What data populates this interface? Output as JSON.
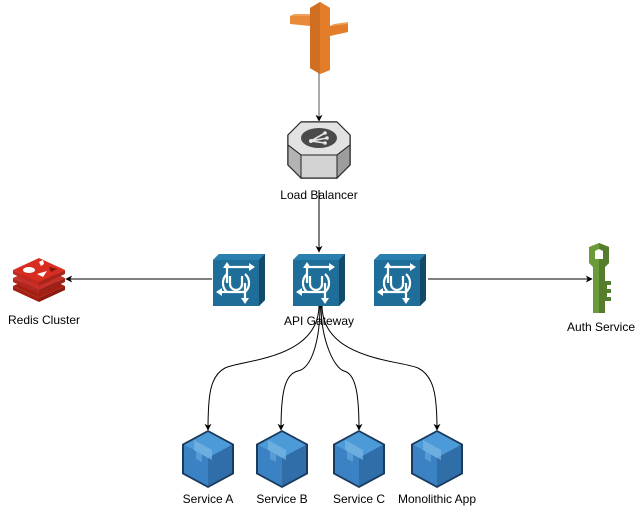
{
  "diagram": {
    "title": "",
    "nodes": [
      {
        "id": "route53",
        "label": "",
        "icon": "aws-route53-icon",
        "color": "#e37d2a"
      },
      {
        "id": "load_balancer",
        "label": "Load Balancer",
        "icon": "load-balancer-icon",
        "color": "#c8c8c8"
      },
      {
        "id": "gateway_left",
        "label": "",
        "icon": "api-gateway-icon",
        "color": "#1f6e99"
      },
      {
        "id": "api_gateway",
        "label": "API Gateway",
        "icon": "api-gateway-icon",
        "color": "#1f6e99"
      },
      {
        "id": "gateway_right",
        "label": "",
        "icon": "api-gateway-icon",
        "color": "#1f6e99"
      },
      {
        "id": "redis",
        "label": "Redis Cluster",
        "icon": "redis-icon",
        "color": "#d82c20"
      },
      {
        "id": "auth",
        "label": "Auth Service",
        "icon": "key-icon",
        "color": "#6b9a3a"
      },
      {
        "id": "service_a",
        "label": "Service A",
        "icon": "service-box-icon",
        "color": "#3b82c4"
      },
      {
        "id": "service_b",
        "label": "Service B",
        "icon": "service-box-icon",
        "color": "#3b82c4"
      },
      {
        "id": "service_c",
        "label": "Service C",
        "icon": "service-box-icon",
        "color": "#3b82c4"
      },
      {
        "id": "monolith",
        "label": "Monolithic App",
        "icon": "service-box-icon",
        "color": "#3b82c4"
      }
    ],
    "edges": [
      {
        "from": "route53",
        "to": "load_balancer"
      },
      {
        "from": "load_balancer",
        "to": "api_gateway"
      },
      {
        "from": "gateway_left",
        "to": "redis"
      },
      {
        "from": "gateway_right",
        "to": "auth"
      },
      {
        "from": "api_gateway",
        "to": "service_a"
      },
      {
        "from": "api_gateway",
        "to": "service_b"
      },
      {
        "from": "api_gateway",
        "to": "service_c"
      },
      {
        "from": "api_gateway",
        "to": "monolith"
      }
    ]
  }
}
